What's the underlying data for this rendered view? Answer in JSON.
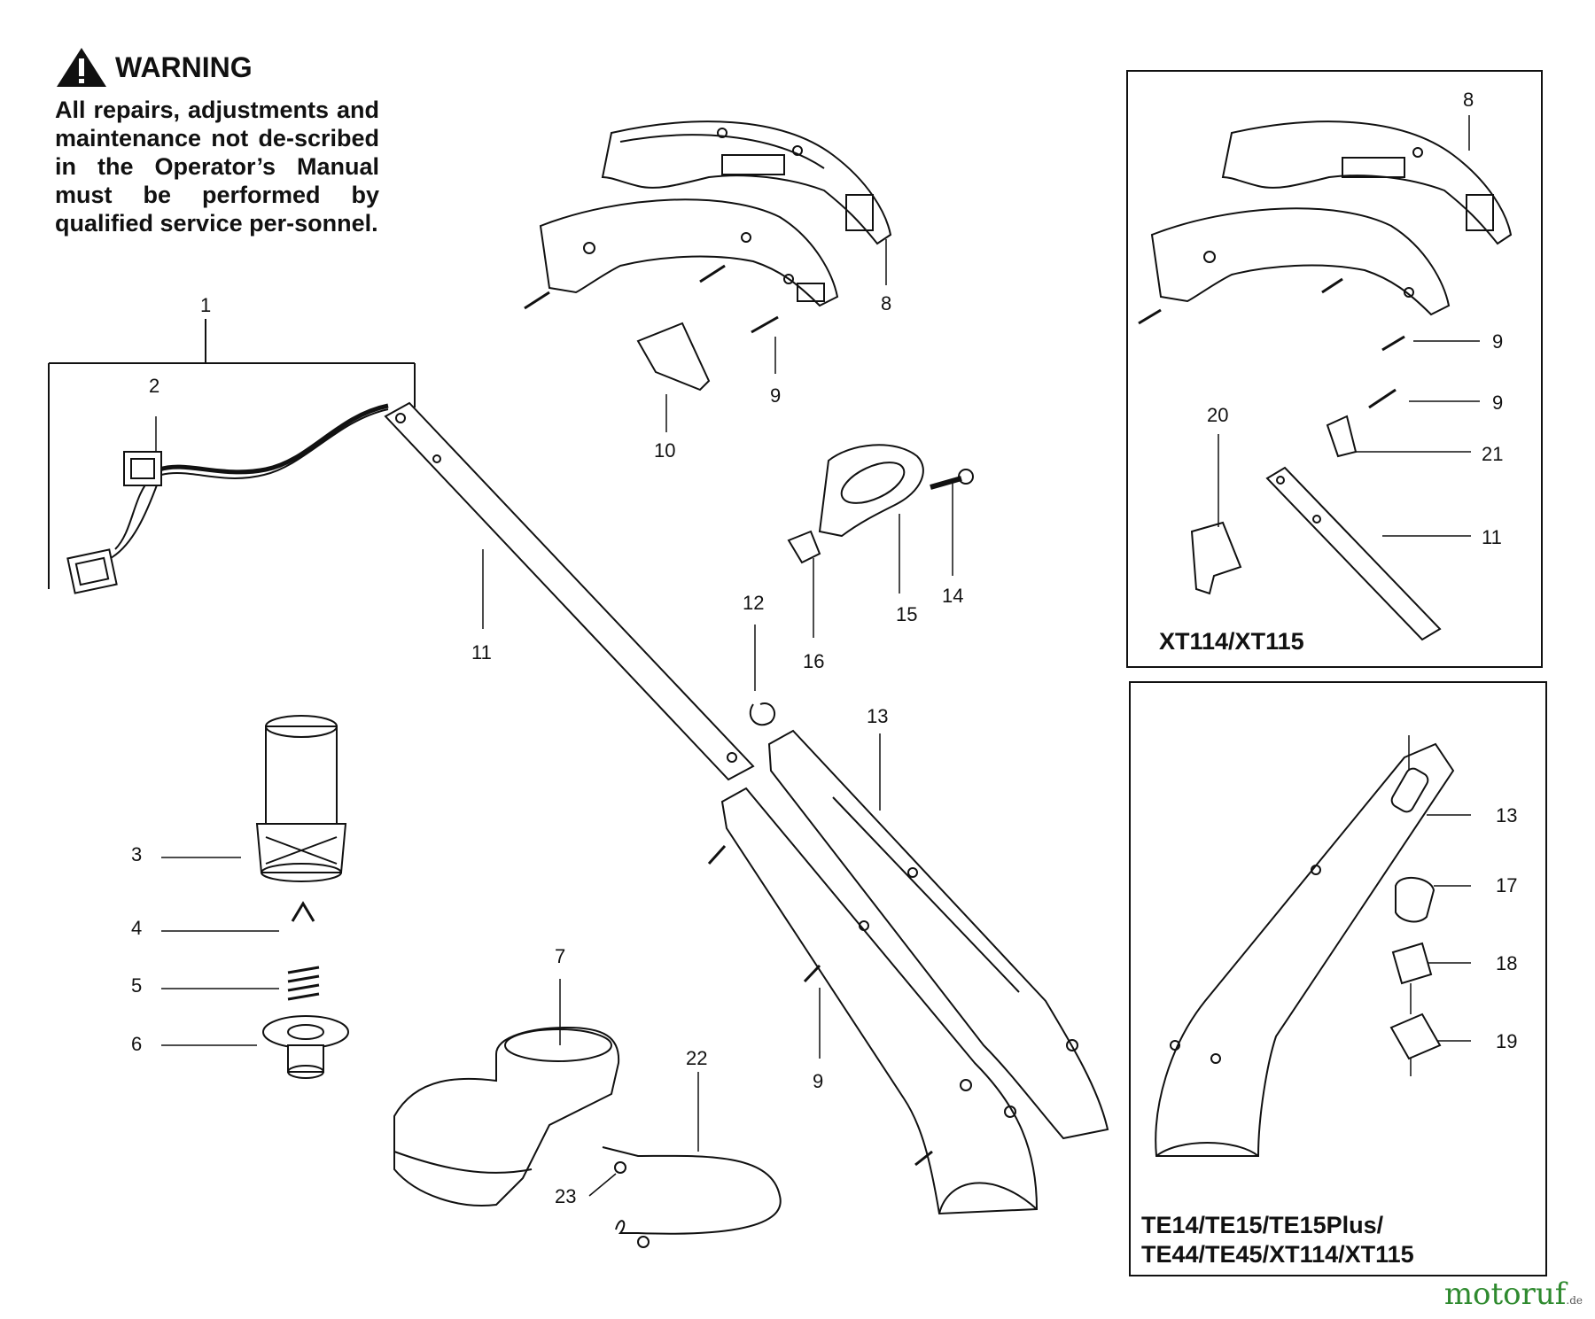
{
  "warning": {
    "title": "WARNING",
    "text": "All repairs, adjustments and maintenance not de-scribed in the Operator’s Manual must be performed by qualified service per-sonnel."
  },
  "callouts": {
    "c1": "1",
    "c2": "2",
    "c3": "3",
    "c4": "4",
    "c5": "5",
    "c6": "6",
    "c7": "7",
    "c8": "8",
    "c9a": "9",
    "c9b": "9",
    "c10": "10",
    "c11": "11",
    "c12": "12",
    "c13": "13",
    "c14": "14",
    "c15": "15",
    "c16": "16",
    "c22": "22",
    "c23": "23"
  },
  "inset_top": {
    "model": "XT114/XT115",
    "callouts": {
      "c8": "8",
      "c9a": "9",
      "c9b": "9",
      "c20": "20",
      "c21": "21",
      "c11": "11"
    }
  },
  "inset_bottom": {
    "model_line1": "TE14/TE15/TE15Plus/",
    "model_line2": "TE44/TE45/XT114/XT115",
    "callouts": {
      "c13": "13",
      "c17": "17",
      "c18": "18",
      "c19": "19"
    }
  },
  "watermark": {
    "part1": "motoruf",
    "part2": ".de"
  }
}
